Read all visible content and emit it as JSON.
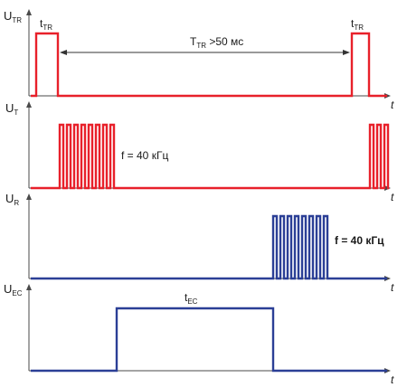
{
  "colors": {
    "red": "#e8202a",
    "blue": "#2b3f96"
  },
  "axis_end_label": "t",
  "channels": [
    {
      "label_main": "U",
      "label_sub": "TR",
      "color": "#e8202a",
      "pulses": [
        {
          "start": 40,
          "width": 24,
          "period": 24,
          "count": 1
        },
        {
          "start": 389,
          "width": 19,
          "period": 19,
          "count": 1
        }
      ],
      "width_labels": [
        {
          "main": "t",
          "sub": "TR"
        },
        {
          "main": "t",
          "sub": "TR"
        }
      ],
      "span_label": {
        "main": "T",
        "sub": "TR",
        "rest": " >50 мс"
      }
    },
    {
      "label_main": "U",
      "label_sub": "T",
      "color": "#e8202a",
      "pulses": [
        {
          "start": 66,
          "width": 4,
          "period": 8,
          "count": 8
        },
        {
          "start": 409,
          "width": 4,
          "period": 8,
          "count": 3
        }
      ],
      "frequency_label": "f = 40 кГц"
    },
    {
      "label_main": "U",
      "label_sub": "R",
      "color": "#2b3f96",
      "pulses": [
        {
          "start": 302,
          "width": 4,
          "period": 8,
          "count": 8
        }
      ],
      "frequency_label": "f = 40 кГц"
    },
    {
      "label_main": "U",
      "label_sub": "EC",
      "color": "#2b3f96",
      "pulses": [
        {
          "start": 129,
          "width": 173,
          "period": 173,
          "count": 1
        }
      ],
      "width_labels": [
        {
          "main": "t",
          "sub": "EC"
        }
      ]
    }
  ]
}
